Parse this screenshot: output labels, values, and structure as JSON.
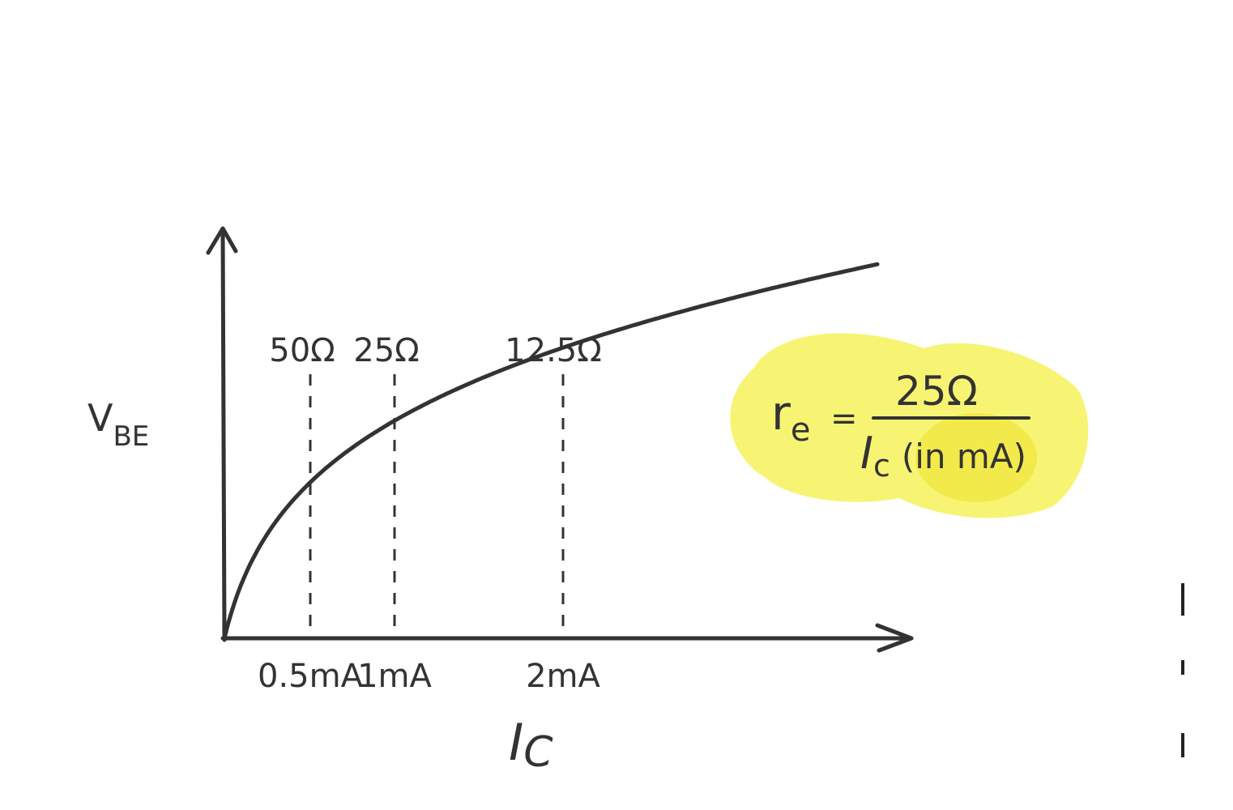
{
  "colors": {
    "ink": "#333333",
    "highlight": "#f7f25a"
  },
  "chart_data": {
    "type": "line",
    "title": "",
    "xlabel": "I",
    "xlabel_sub": "C",
    "ylabel": "V",
    "ylabel_sub": "BE",
    "x_ticks": [
      {
        "value": 0.5,
        "label": "0.5mA",
        "resistance_label": "50Ω"
      },
      {
        "value": 1,
        "label": "1mA",
        "resistance_label": "25Ω"
      },
      {
        "value": 2,
        "label": "2mA",
        "resistance_label": "12.5Ω"
      }
    ],
    "xlim": [
      0,
      4
    ],
    "curve": "logarithmic",
    "grid": false,
    "legend": "none"
  },
  "formula": {
    "lhs": "r",
    "lhs_sub": "e",
    "equals": "=",
    "numerator": "25Ω",
    "denominator_symbol": "I",
    "denominator_sub": "c",
    "denominator_unit": "(in mA)"
  }
}
